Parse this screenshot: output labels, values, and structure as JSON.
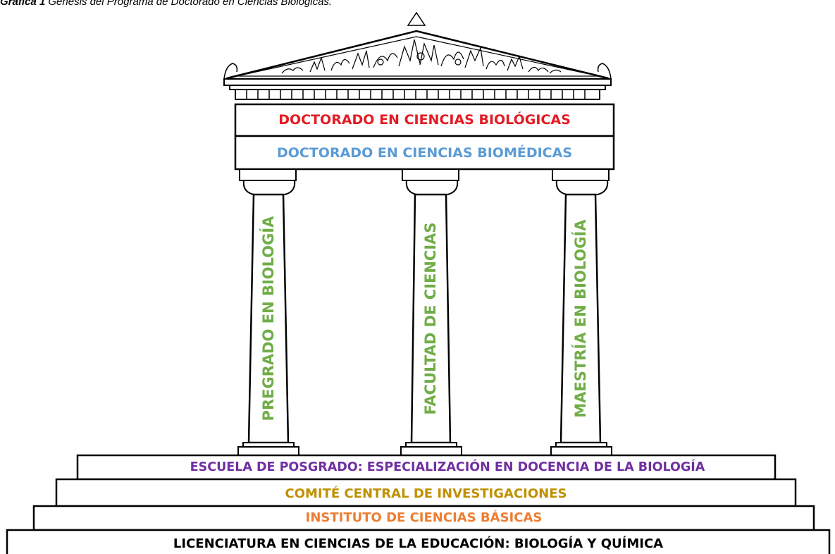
{
  "caption": {
    "prefix": "Gráfica 1",
    "text": " Génesis del Programa de Doctorado en Ciencias Biológicas."
  },
  "entablature": {
    "top": {
      "text": "DOCTORADO EN CIENCIAS BIOLÓGICAS",
      "color": "#e31b23"
    },
    "bottom": {
      "text": "DOCTORADO EN CIENCIAS BIOMÉDICAS",
      "color": "#5b9bd5"
    }
  },
  "columns": [
    {
      "text": "PREGRADO EN BIOLOGÍA",
      "color": "#70ad47"
    },
    {
      "text": "FACULTAD DE CIENCIAS",
      "color": "#70ad47"
    },
    {
      "text": "MAESTRÍA EN BIOLOGÍA",
      "color": "#70ad47"
    }
  ],
  "steps": [
    {
      "text": "ESCUELA DE POSGRADO: ESPECIALIZACIÓN EN DOCENCIA DE LA BIOLOGÍA",
      "color": "#7030a0"
    },
    {
      "text": "COMITÉ CENTRAL DE INVESTIGACIONES",
      "color": "#bf9000"
    },
    {
      "text": "INSTITUTO DE CIENCIAS BÁSICAS",
      "color": "#ed7d31"
    },
    {
      "text": "LICENCIATURA EN CIENCIAS DE LA EDUCACIÓN: BIOLOGÍA  Y QUÍMICA",
      "color": "#000000"
    }
  ]
}
